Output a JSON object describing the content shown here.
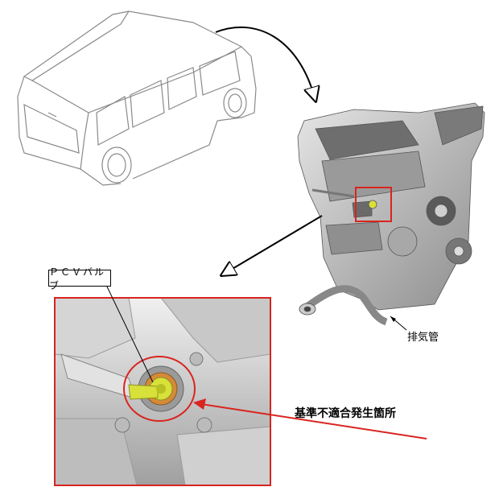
{
  "labels": {
    "pcv_valve": "ＰＣＶバルブ",
    "exhaust_pipe": "排気管",
    "defect_location": "基準不適合発生箇所"
  },
  "colors": {
    "highlight_red": "#d9241f",
    "valve_yellow": "#d8e03a",
    "outline": "#8a8a8a"
  }
}
